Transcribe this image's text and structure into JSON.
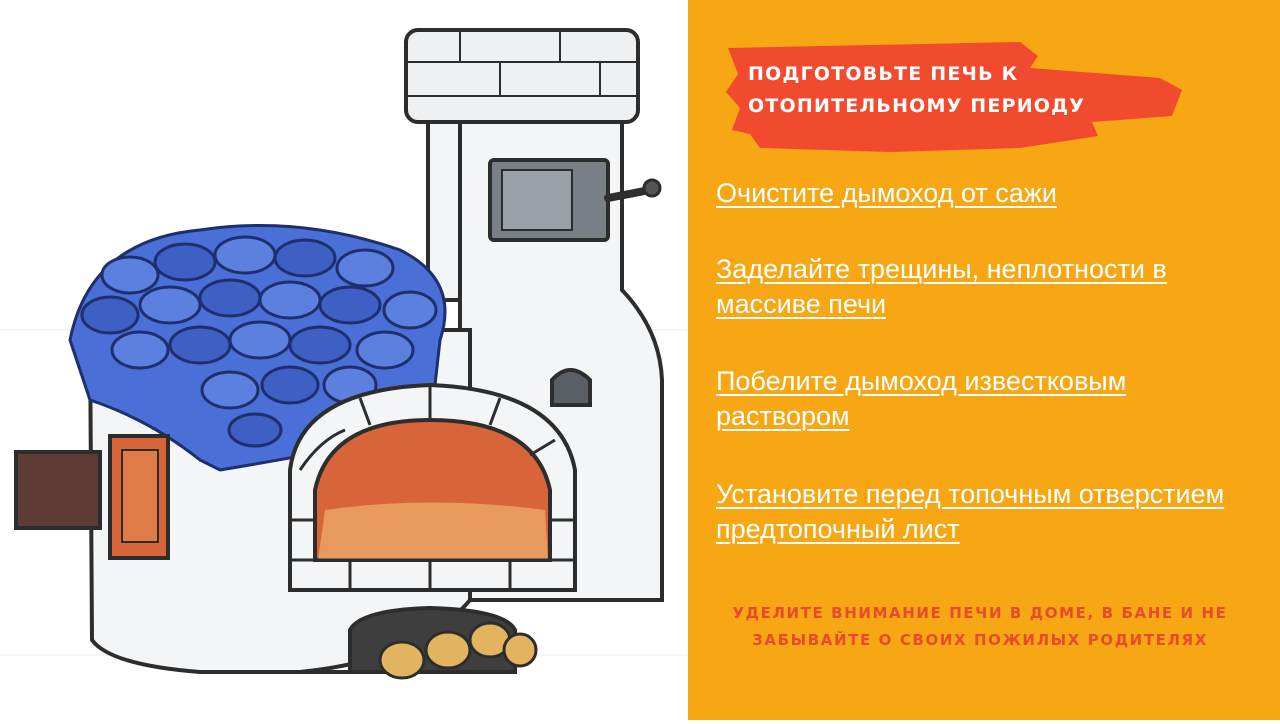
{
  "colors": {
    "panel_background": "#F7A713",
    "banner_red": "#F24A2E",
    "text_white": "#FFFFFF",
    "footer_text": "#E84B2B",
    "stove_roof_blue": "#4A6FD6",
    "firebox_orange": "#D8643A"
  },
  "illustration": {
    "icon": "russian-stove-illustration"
  },
  "banner": {
    "title": "ПОДГОТОВЬТЕ ПЕЧЬ К ОТОПИТЕЛЬНОМУ ПЕРИОДУ"
  },
  "tips": [
    {
      "text": "Очистите дымоход от сажи"
    },
    {
      "text": "Заделайте трещины, неплотности в массиве печи"
    },
    {
      "text": "Побелите дымоход известковым раствором"
    },
    {
      "text": "Установите перед топочным отверстием предтопочный лист"
    }
  ],
  "footer": {
    "note": "УДЕЛИТЕ ВНИМАНИЕ ПЕЧИ В ДОМЕ, В БАНЕ И НЕ ЗАБЫВАЙТЕ О СВОИХ ПОЖИЛЫХ РОДИТЕЛЯХ"
  }
}
